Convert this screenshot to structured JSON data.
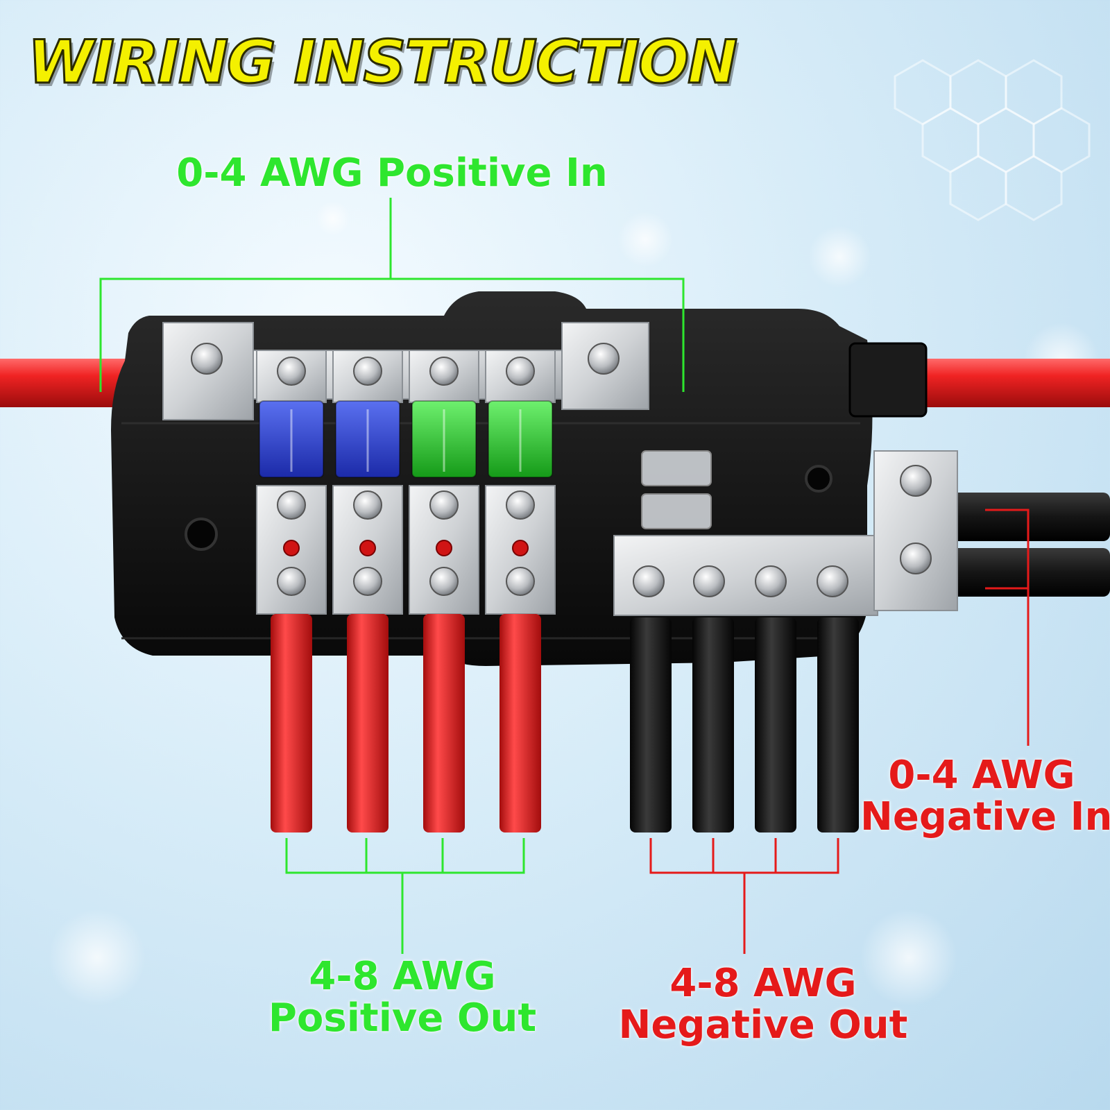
{
  "title": "WIRING INSTRUCTION",
  "labels": {
    "positive_in": "0-4 AWG Positive In",
    "positive_out_line1": "4-8 AWG",
    "positive_out_line2": "Positive Out",
    "negative_out_line1": "4-8 AWG",
    "negative_out_line2": "Negative Out",
    "negative_in_line1": "0-4 AWG",
    "negative_in_line2": "Negative In"
  },
  "fuses": [
    {
      "color": "blue"
    },
    {
      "color": "blue"
    },
    {
      "color": "green"
    },
    {
      "color": "green"
    }
  ],
  "colors": {
    "title_yellow": "#f4f000",
    "label_green": "#2ee62e",
    "label_red": "#e51a1a",
    "wire_red": "#e81d1d",
    "wire_black": "#141414",
    "fuse_blue": "#2b44d6",
    "fuse_green": "#27c92b",
    "housing": "#111111",
    "busbar_silver": "#d8dadc"
  }
}
